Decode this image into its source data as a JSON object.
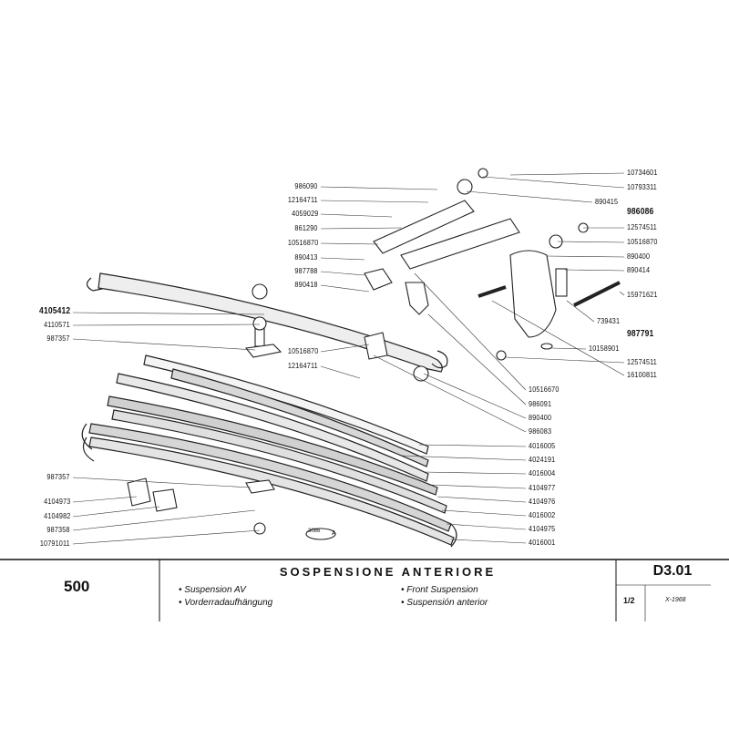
{
  "labels_left_mid": [
    "986090",
    "12164711",
    "4059029",
    "861290",
    "10516870",
    "890413",
    "987788",
    "890418",
    "10516870",
    "12164711"
  ],
  "labels_left_far": [
    "4105412",
    "4110571",
    "987357",
    "987357",
    "4104973",
    "4104982",
    "987358",
    "10791011"
  ],
  "labels_right_top": [
    "10734601",
    "10793311",
    "890415",
    "986086",
    "12574511",
    "10516870",
    "890400",
    "890414",
    "15971621",
    "739431",
    "987791",
    "10158901",
    "12574511",
    "16100811"
  ],
  "labels_right_bottom": [
    "10516670",
    "986091",
    "890400",
    "986083",
    "4016005",
    "4024191",
    "4016004",
    "4104977",
    "4104976",
    "4016002",
    "4104975",
    "4016001"
  ],
  "stamp": {
    "number": "3086",
    "letter": "A"
  },
  "title_block": {
    "model": "500",
    "title": "SOSPENSIONE ANTERIORE",
    "subtitles": [
      "• Suspension AV",
      "• Vorderradaufhängung",
      "• Front Suspension",
      "• Suspensión anterior"
    ],
    "code": "D3.01",
    "sheet": "1/2",
    "date": "X-1968"
  }
}
